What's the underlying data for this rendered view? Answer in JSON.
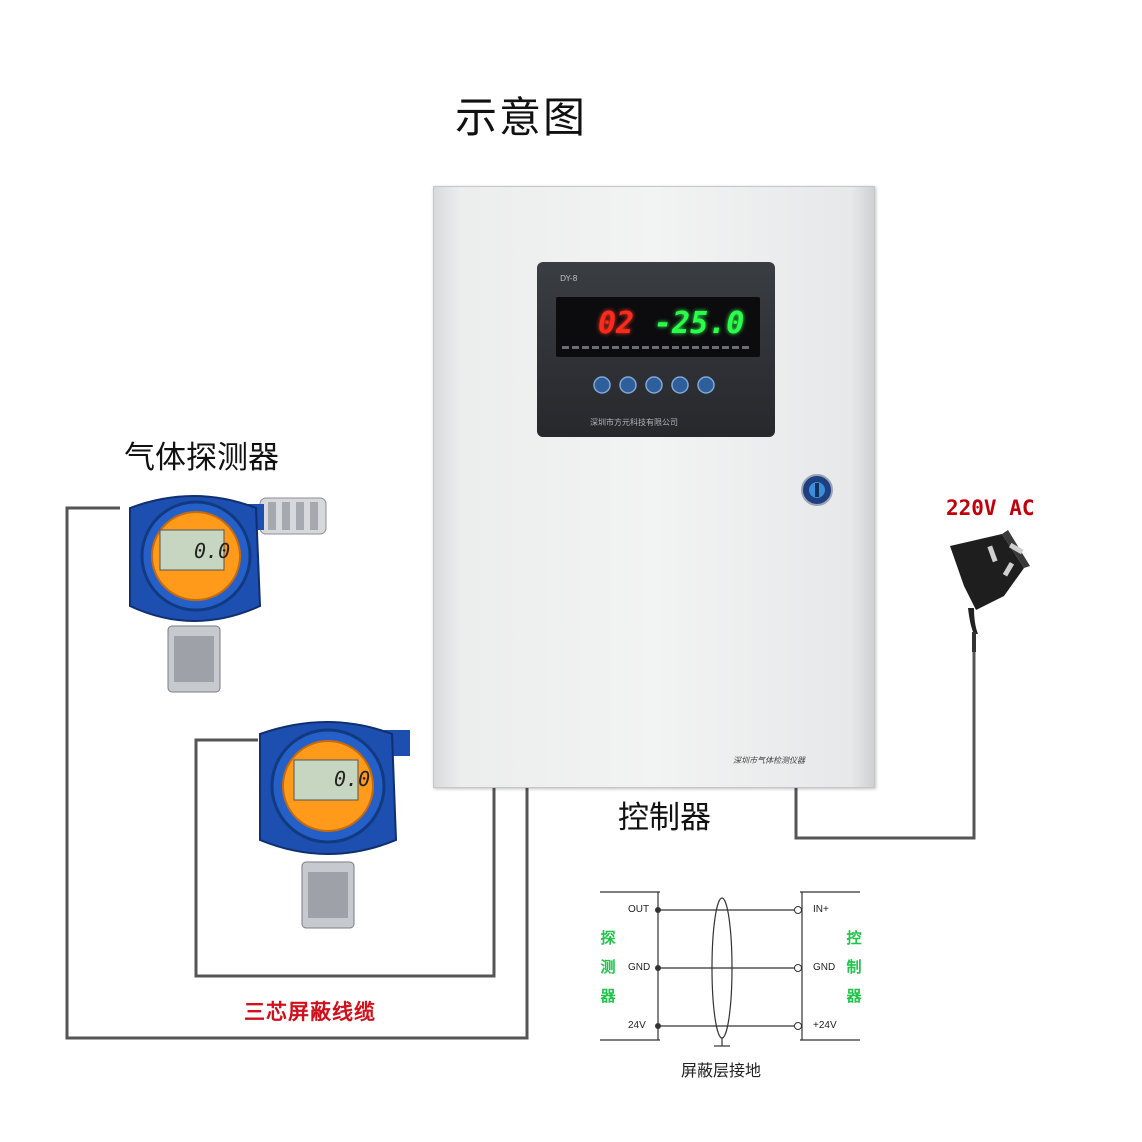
{
  "title": "示意图",
  "labels": {
    "detector": "气体探测器",
    "controller": "控制器",
    "power": "220V AC",
    "cable": "三芯屏蔽线缆",
    "shield_ground": "屏蔽层接地"
  },
  "controller_unit": {
    "model": "DY-8",
    "display_channel": "02",
    "display_value": "-25.0",
    "panel_brand": "深圳市方元科技有限公司",
    "nameplate": "深圳市气体检测仪器"
  },
  "detectors": [
    {
      "reading": "0.0"
    },
    {
      "reading": "0.0"
    }
  ],
  "wiring": {
    "left_terminals": [
      "OUT",
      "GND",
      "24V"
    ],
    "right_terminals": [
      "IN+",
      "GND",
      "+24V"
    ],
    "left_side_chars": [
      "探",
      "测",
      "器"
    ],
    "right_side_chars": [
      "控",
      "制",
      "器"
    ]
  },
  "colors": {
    "detector_blue": "#1d4fb0",
    "cable_label_red": "#d0101c",
    "power_label_red": "#c0000a",
    "side_label_green": "#1fc44a",
    "display_red": "#ff2a1a",
    "display_green": "#2aff4a"
  }
}
